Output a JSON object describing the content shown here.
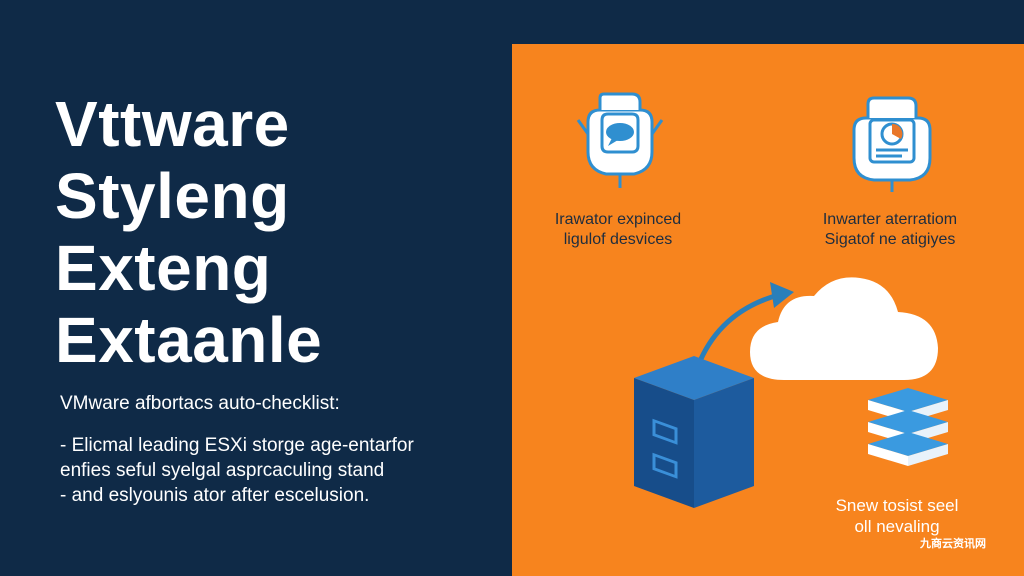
{
  "left_panel": {
    "title_lines": [
      "Vttware",
      "Styleng",
      "Exteng",
      "Extaanle"
    ],
    "subtitle": "VMware afbortacs auto-checklist:",
    "bullets": [
      "- Elicmal leading ESXi storge age-entarfor",
      "enfies seful syelgal asprcaculing stand",
      "- and eslyounis ator after escelusion."
    ]
  },
  "right_panel": {
    "caption_1": [
      "Irawator expinced",
      "ligulof desvices"
    ],
    "caption_2": [
      "Inwarter aterratiom",
      "Sigatof ne atigiyes"
    ],
    "caption_3": [
      "Snew tosist seel",
      "oll nevaling"
    ]
  },
  "watermark": "九商云资讯网",
  "colors": {
    "background_dark": "#0f2a47",
    "panel_orange": "#f7841e",
    "icon_blue": "#2f8fd0",
    "server_blue": "#1d5b9e",
    "arrow_blue": "#2a7fba",
    "white": "#ffffff"
  },
  "icons": [
    "chat-device-icon",
    "chart-device-icon",
    "curved-arrow-icon",
    "cloud-icon",
    "server-cabinet-icon",
    "storage-stack-icon"
  ]
}
